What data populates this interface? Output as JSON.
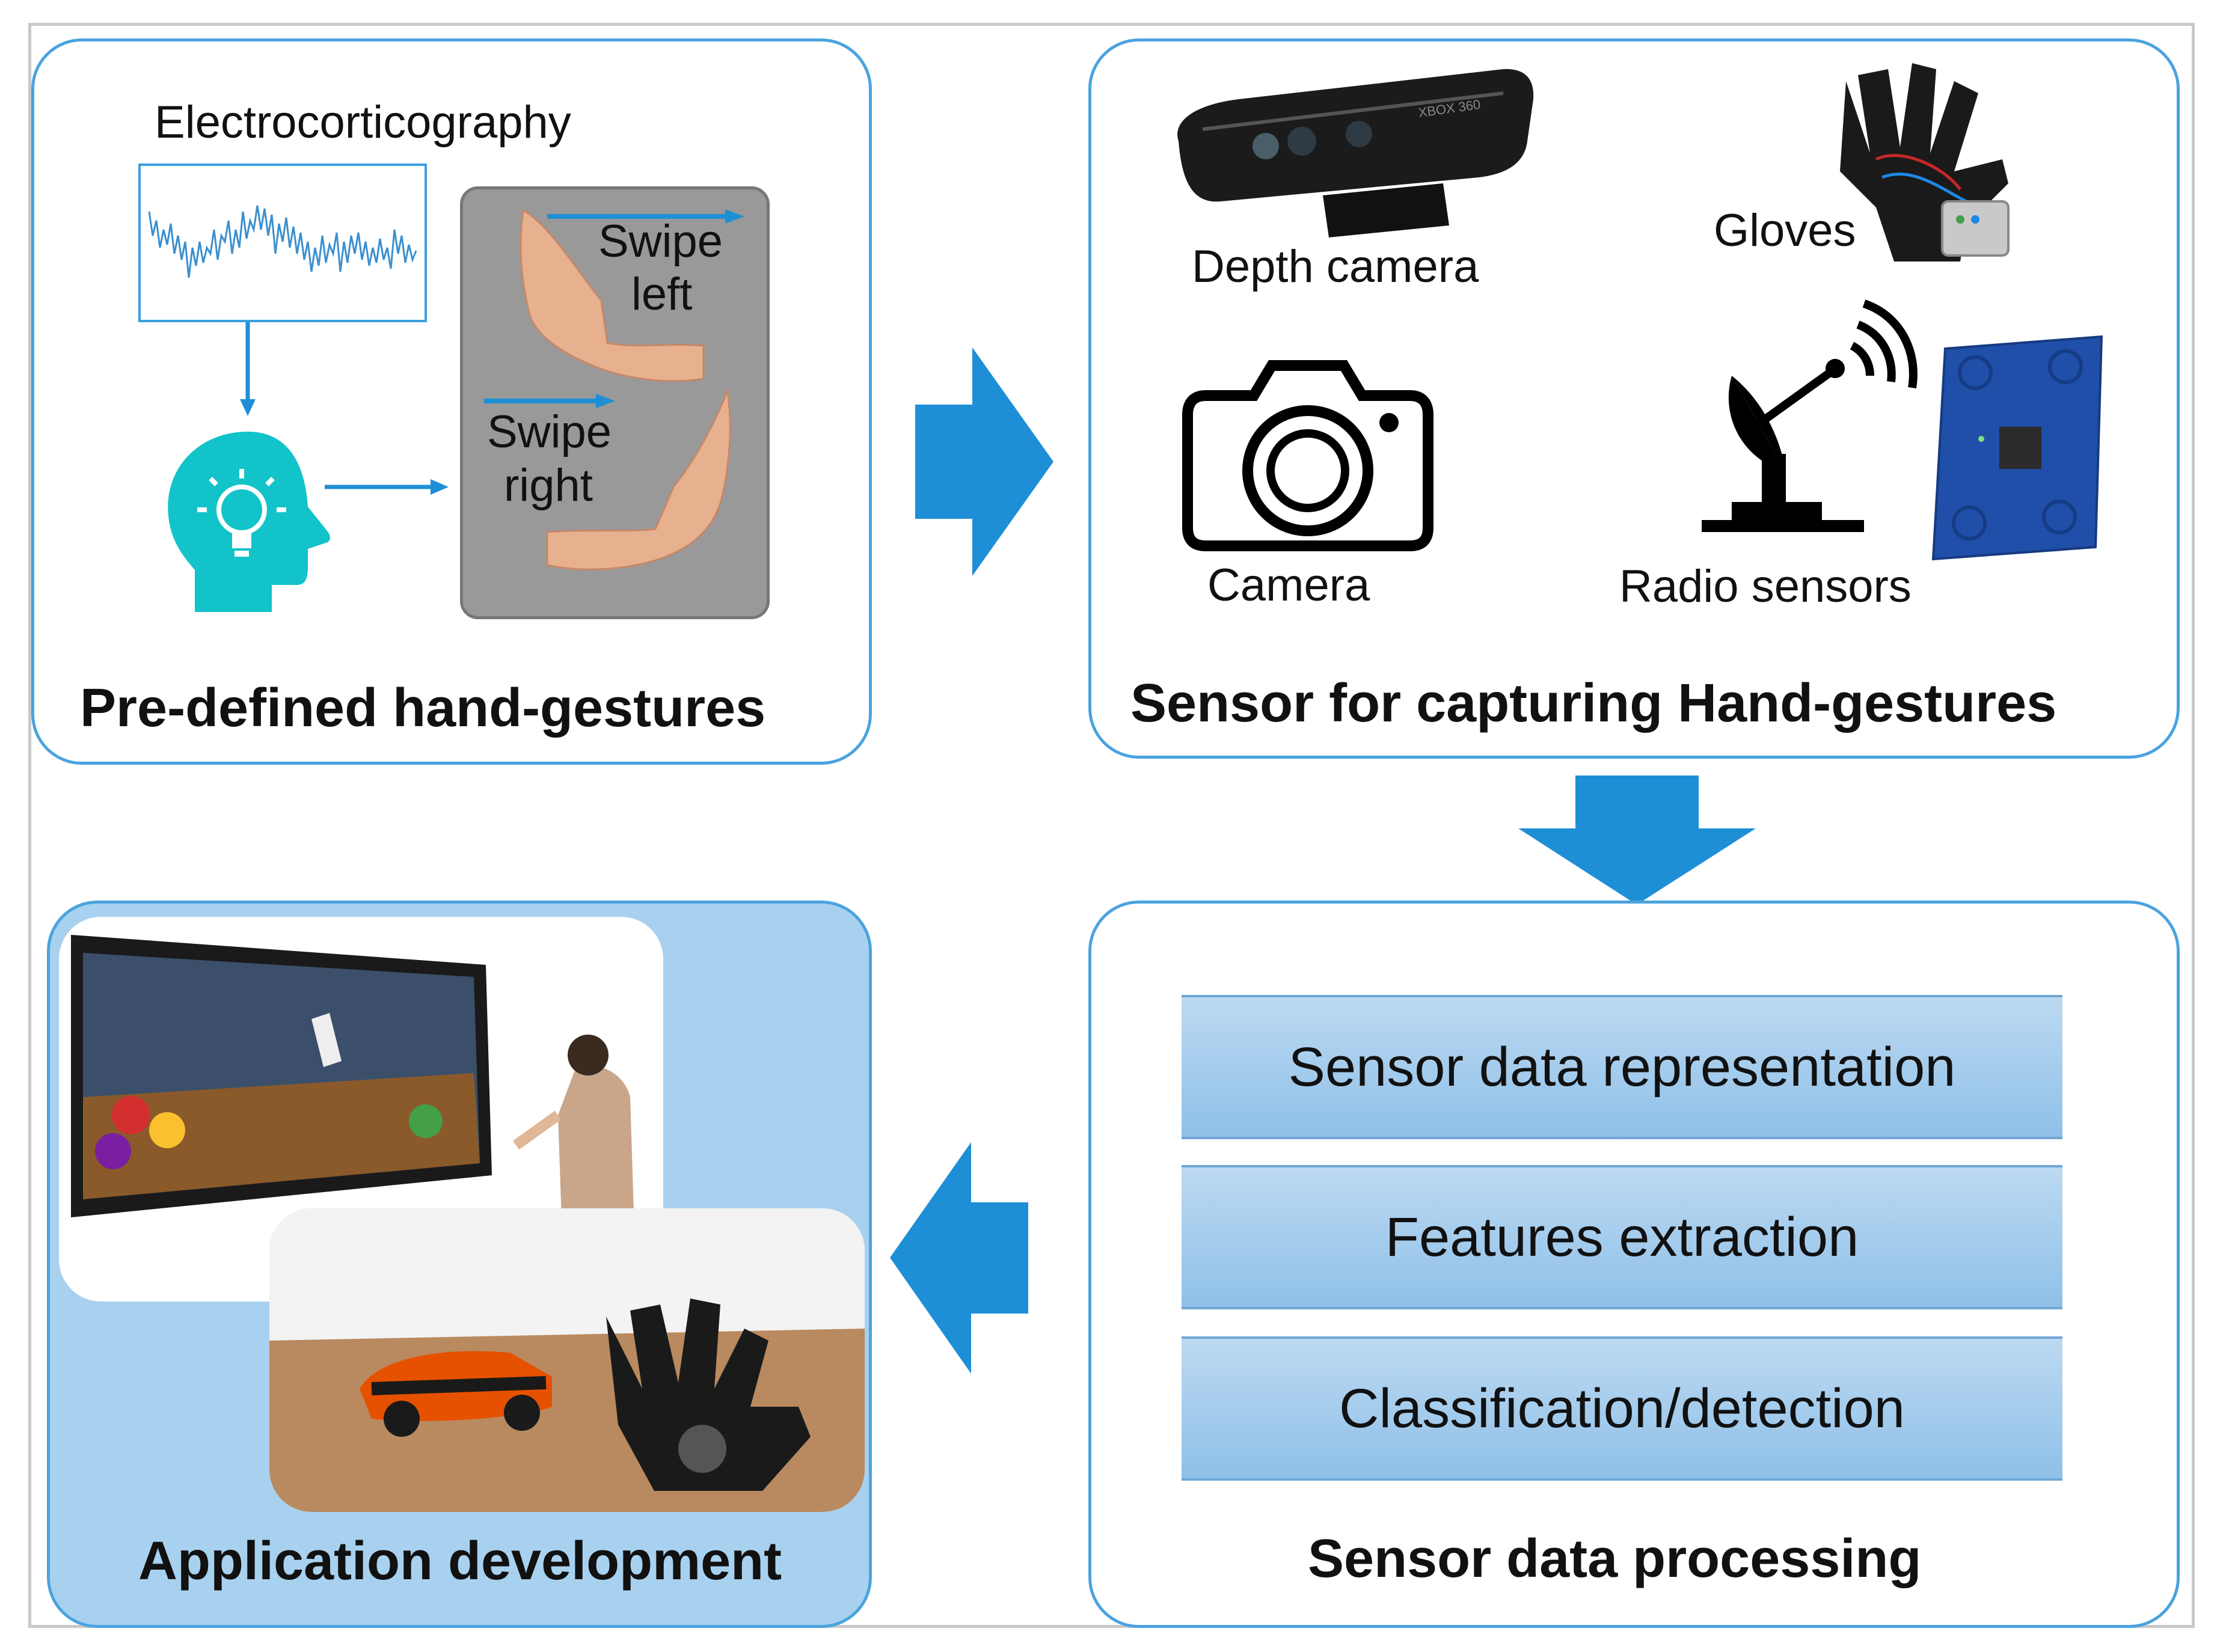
{
  "panels": {
    "predefined": {
      "title": "Pre-defined hand-gestures",
      "signal_label": "Electrocorticography",
      "swipe_left": [
        "Swipe",
        "left"
      ],
      "swipe_right": [
        "Swipe",
        "right"
      ]
    },
    "sensors": {
      "title": "Sensor for capturing Hand-gestures",
      "depth_camera": "Depth camera",
      "gloves": "Gloves",
      "camera": "Camera",
      "radio_sensors": "Radio sensors",
      "kinect_text": "XBOX 360"
    },
    "processing": {
      "title": "Sensor data processing",
      "steps": [
        "Sensor data representation",
        "Features extraction",
        "Classification/detection"
      ]
    },
    "application": {
      "title": "Application development"
    }
  },
  "colors": {
    "panel_border": "#4aa3de",
    "arrow": "#1e8fd6",
    "head_icon": "#12c3c9",
    "step_box": "#9fc8ec",
    "app_panel_bg": "#a8d1ef"
  },
  "icons": [
    "head-lightbulb-icon",
    "camera-icon",
    "satellite-dish-icon",
    "flow-arrow-icon"
  ]
}
